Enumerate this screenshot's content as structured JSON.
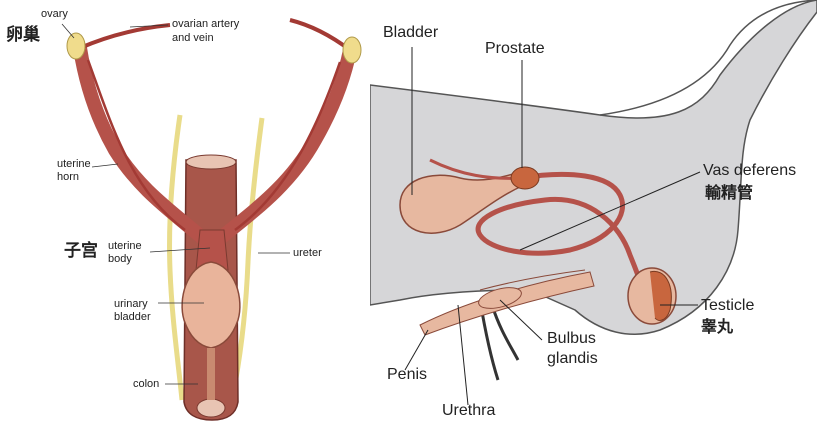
{
  "left_diagram": {
    "labels": {
      "ovary": "ovary",
      "ovary_cn": "卵巢",
      "ovarian_vessels_line1": "ovarian artery",
      "ovarian_vessels_line2": "and vein",
      "uterine_horn_line1": "uterine",
      "uterine_horn_line2": "horn",
      "uterus_cn": "子宫",
      "uterine_body_line1": "uterine",
      "uterine_body_line2": "body",
      "ureter": "ureter",
      "urinary_bladder_line1": "urinary",
      "urinary_bladder_line2": "bladder",
      "colon": "colon"
    }
  },
  "right_diagram": {
    "labels": {
      "bladder": "Bladder",
      "prostate": "Prostate",
      "vas_deferens": "Vas deferens",
      "vas_deferens_cn": "輸精管",
      "testicle": "Testicle",
      "testicle_cn": "睾丸",
      "bulbus_line1": "Bulbus",
      "bulbus_line2": "glandis",
      "penis": "Penis",
      "urethra": "Urethra"
    }
  },
  "colors": {
    "tissue_red": "#b5524a",
    "tissue_light": "#e9b49b",
    "organ_fill": "#e7b8a0",
    "prostate_fill": "#c8663e",
    "body_gray": "#d6d6d8",
    "ureter_yellow": "#e9dc8a"
  }
}
